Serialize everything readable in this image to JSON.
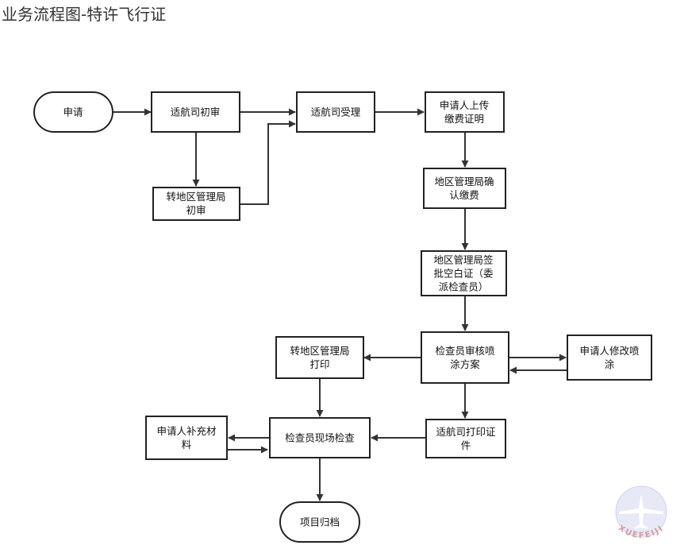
{
  "title": "业务流程图-特许飞行证",
  "nodes": {
    "apply": {
      "lines": [
        "申请"
      ]
    },
    "initial_review": {
      "lines": [
        "适航司初审"
      ]
    },
    "regional_initial": {
      "lines": [
        "转地区管理局",
        "初审"
      ]
    },
    "accept": {
      "lines": [
        "适航司受理"
      ]
    },
    "upload_payment": {
      "lines": [
        "申请人上传",
        "缴费证明"
      ]
    },
    "confirm_payment": {
      "lines": [
        "地区管理局确",
        "认缴费"
      ]
    },
    "sign_blank": {
      "lines": [
        "地区管理局签",
        "批空白证（委",
        "派检查员）"
      ]
    },
    "inspector_review": {
      "lines": [
        "检查员审核喷",
        "涂方案"
      ]
    },
    "modify_paint": {
      "lines": [
        "申请人修改喷",
        "涂"
      ]
    },
    "regional_print": {
      "lines": [
        "转地区管理局",
        "打印"
      ]
    },
    "print_cert": {
      "lines": [
        "适航司打印证",
        "件"
      ]
    },
    "onsite_check": {
      "lines": [
        "检查员现场检查"
      ]
    },
    "supplement": {
      "lines": [
        "申请人补充材",
        "料"
      ]
    },
    "archive": {
      "lines": [
        "项目归档"
      ]
    }
  },
  "watermark": {
    "text": "XUEFEIJI",
    "color": "#c9cde8"
  }
}
